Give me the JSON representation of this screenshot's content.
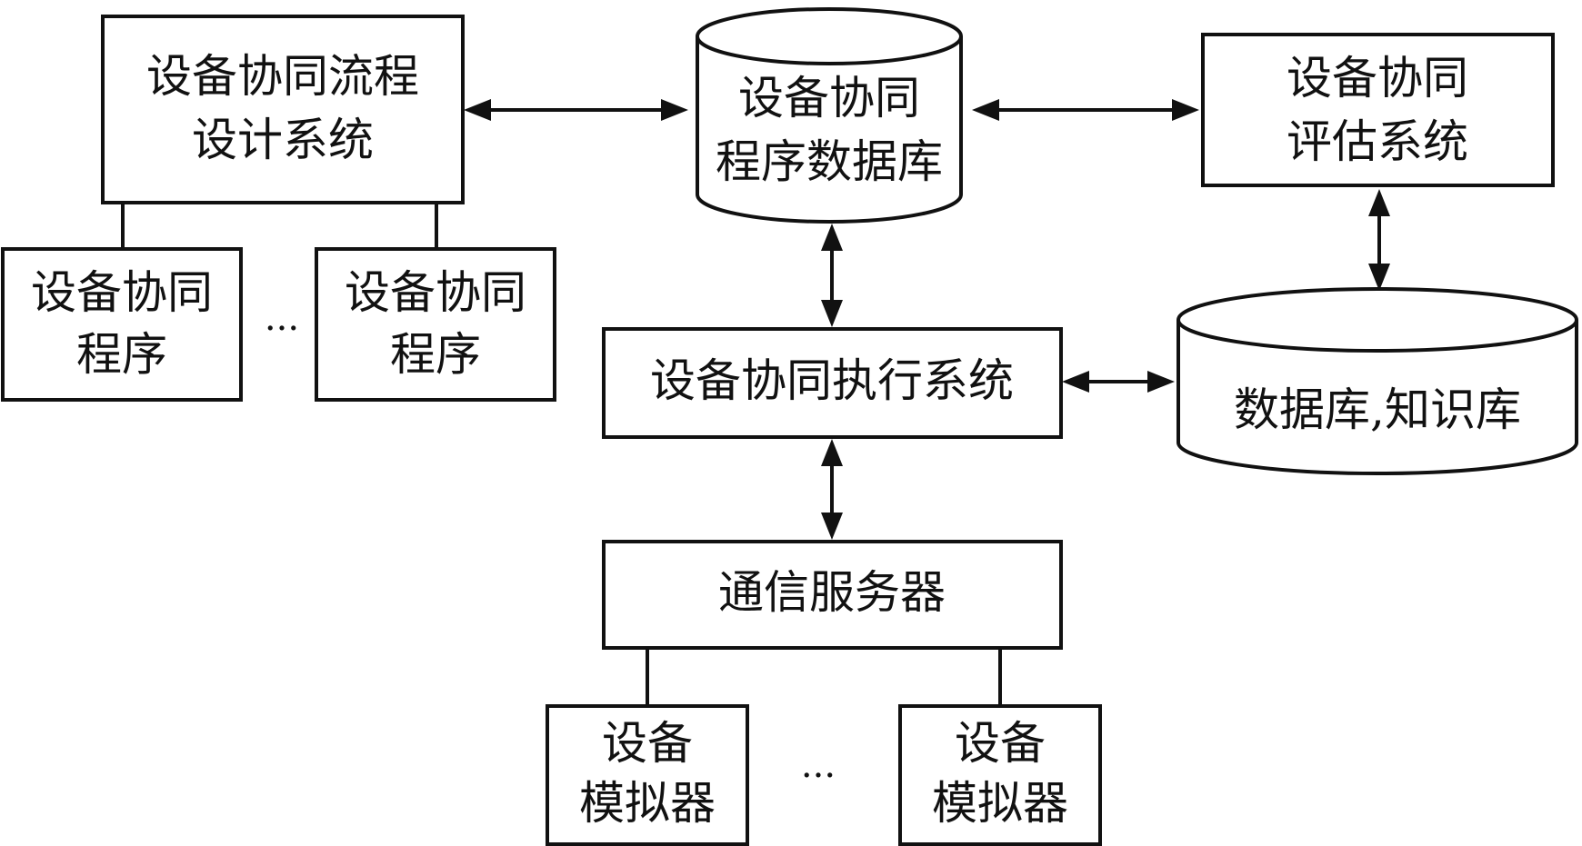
{
  "design_system": {
    "line1": "设备协同流程",
    "line2": "设计系统"
  },
  "program_db": {
    "line1": "设备协同",
    "line2": "程序数据库"
  },
  "eval_system": {
    "line1": "设备协同",
    "line2": "评估系统"
  },
  "programs": [
    {
      "line1": "设备协同",
      "line2": "程序"
    },
    {
      "line1": "设备协同",
      "line2": "程序"
    }
  ],
  "programs_ellipsis": "...",
  "exec_system": {
    "label": "设备协同执行系统"
  },
  "knowledge_db": {
    "label": "数据库,知识库"
  },
  "comm_server": {
    "label": "通信服务器"
  },
  "simulators": [
    {
      "line1": "设备",
      "line2": "模拟器"
    },
    {
      "line1": "设备",
      "line2": "模拟器"
    }
  ],
  "simulators_ellipsis": "..."
}
